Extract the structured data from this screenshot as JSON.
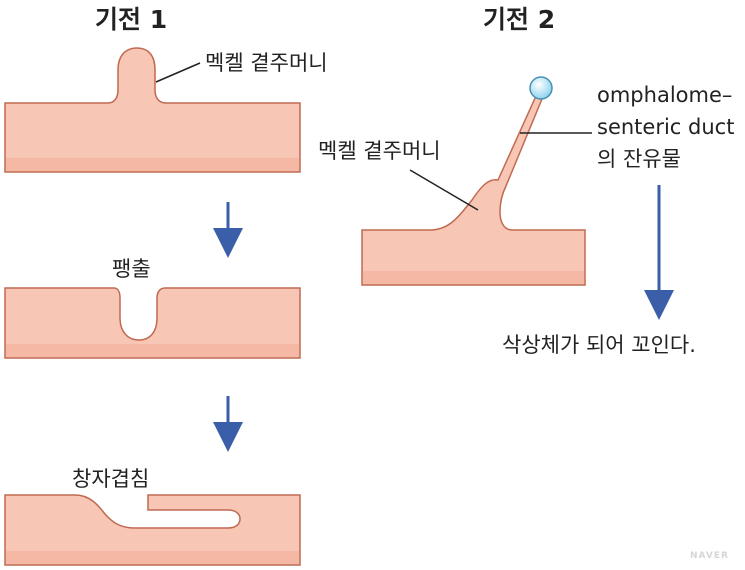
{
  "mechanism1": {
    "title": "기전 1",
    "label_meckel": "멕켈 곁주머니",
    "label_evagination": "팽출",
    "label_intussusception": "창자겹침"
  },
  "mechanism2": {
    "title": "기전 2",
    "label_meckel": "멕켈 곁주머니",
    "label_duct_line1": "omphalome–",
    "label_duct_line2": "senteric duct",
    "label_duct_line3": "의 잔유물",
    "label_result": "삭상체가 되어 꼬인다."
  },
  "colors": {
    "tissue": "#f7c6b4",
    "tissue_stroke": "#c06a52",
    "tissue_band": "#f5b8a4",
    "arrow": "#3a5ea8",
    "ball": "#8fd3f0",
    "ball_stroke": "#4a8fb0"
  },
  "watermark": "NAVER"
}
